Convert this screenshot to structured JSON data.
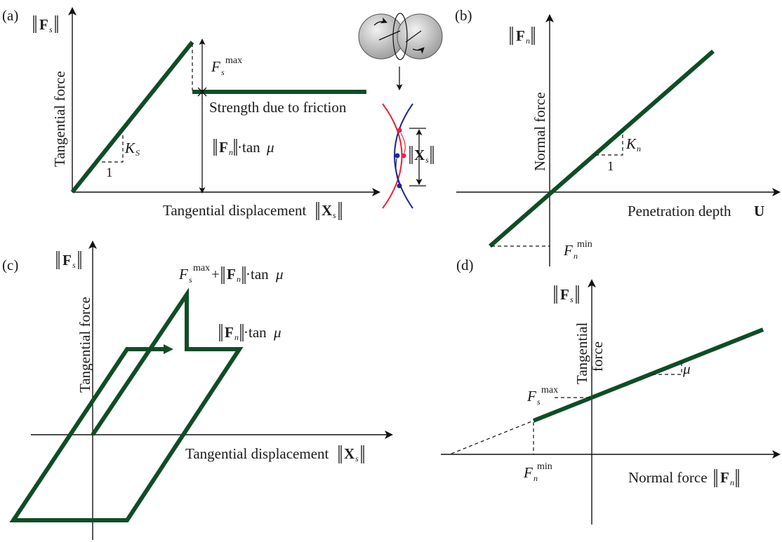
{
  "panels": {
    "a": {
      "tag": "(a)",
      "y_axis_symbol": "F",
      "y_axis_sub": "s",
      "ylabel": "Tangential force",
      "xlabel_text": "Tangential displacement",
      "xlabel_symbol": "X",
      "xlabel_sub": "s",
      "fmax_symbol": "F",
      "fmax_sub": "s",
      "fmax_sup": "max",
      "friction_label": "Strength due to friction",
      "fn_symbol": "F",
      "fn_sub": "n",
      "tan_text": "·tan ",
      "mu": "μ",
      "slope_run": "1",
      "slope_symbol": "K",
      "slope_sub": "S",
      "contact_x_symbol": "X",
      "contact_x_sub": "s"
    },
    "b": {
      "tag": "(b)",
      "y_axis_symbol": "F",
      "y_axis_sub": "n",
      "ylabel": "Normal force",
      "xlabel_text": "Penetration depth",
      "xlabel_symbol": "U",
      "slope_run": "1",
      "slope_symbol": "K",
      "slope_sub": "n",
      "fmin_symbol": "F",
      "fmin_sub": "n",
      "fmin_sup": "min"
    },
    "c": {
      "tag": "(c)",
      "y_axis_symbol": "F",
      "y_axis_sub": "s",
      "ylabel": "Tangential force",
      "xlabel_text": "Tangential displacement",
      "xlabel_symbol": "X",
      "xlabel_sub": "s",
      "peak_symbol": "F",
      "peak_sub": "s",
      "peak_sup": "max",
      "peak_plus": "+",
      "peak_fn_symbol": "F",
      "peak_fn_sub": "n",
      "tan_text": "·tan ",
      "mu": "μ",
      "plateau_fn_symbol": "F",
      "plateau_fn_sub": "n",
      "plateau_tan_text": "·tan ",
      "plateau_mu": "μ"
    },
    "d": {
      "tag": "(d)",
      "y_axis_symbol": "F",
      "y_axis_sub": "s",
      "ylabel_line1": "Tangential",
      "ylabel_line2": "force",
      "xlabel_text": "Normal force",
      "xlabel_symbol": "F",
      "xlabel_sub": "n",
      "fmax_symbol": "F",
      "fmax_sub": "s",
      "fmax_sup": "max",
      "fmin_symbol": "F",
      "fmin_sub": "n",
      "fmin_sup": "min",
      "mu": "μ"
    }
  },
  "colors": {
    "curve": "#0f4d26",
    "sphere_fill": "#c9c9c9",
    "contact_red": "#e8233c",
    "contact_blue": "#1b2a8c"
  }
}
